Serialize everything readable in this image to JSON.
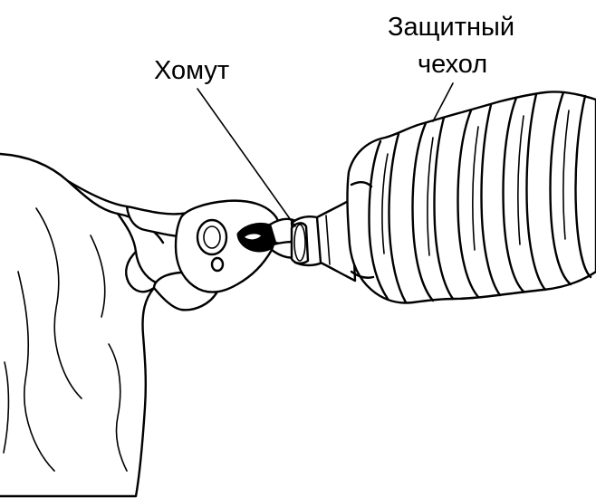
{
  "labels": {
    "clamp": "Хомут",
    "boot_line1": "Защитный",
    "boot_line2": "чехол"
  },
  "colors": {
    "ink": "#000000",
    "paper": "#ffffff"
  }
}
